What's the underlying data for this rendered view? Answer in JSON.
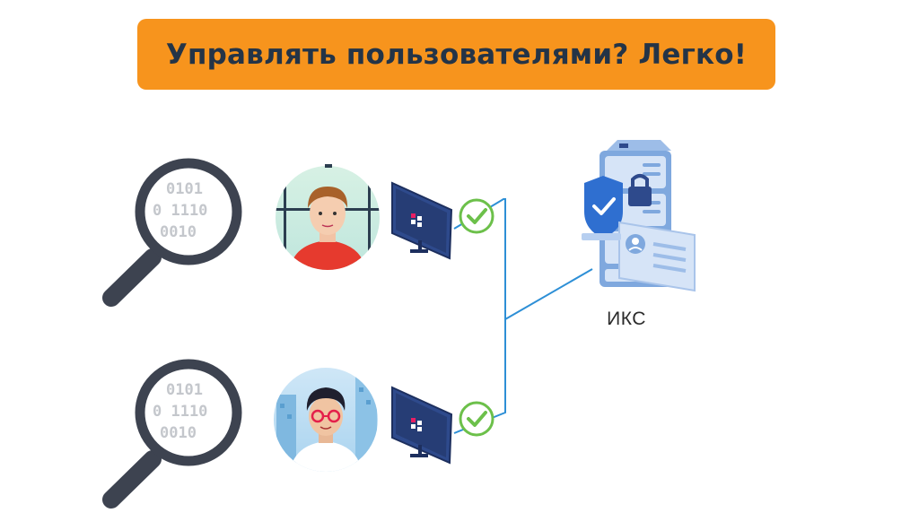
{
  "banner": {
    "title": "Управлять пользователями? Легко!"
  },
  "server": {
    "label": "ИКС"
  },
  "rows": [
    {
      "binary_lines": [
        "0101",
        "0 1110",
        "0010"
      ],
      "status": "ok"
    },
    {
      "binary_lines": [
        "0101",
        "0 1110",
        "0010"
      ],
      "status": "ok"
    }
  ],
  "colors": {
    "banner": "#f7941d",
    "title_text": "#243447",
    "connector_line": "#2d8fd6",
    "check_green": "#6cc04a",
    "monitor": "#2e4a8c",
    "magnifier": "#3d4350"
  }
}
